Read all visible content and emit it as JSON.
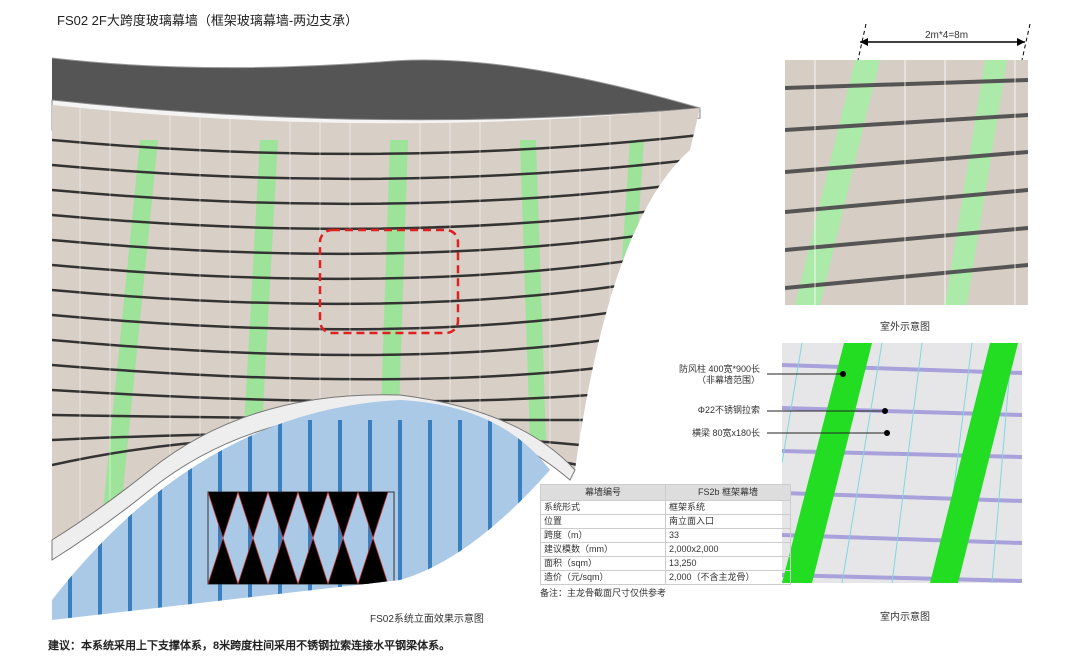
{
  "title": "FS02 2F大跨度玻璃幕墙（框架玻璃幕墙-两边支承）",
  "dimension": "2m*4=8m",
  "captions": {
    "main": "FS02系统立面效果示意图",
    "exterior": "室外示意图",
    "interior": "室内示意图"
  },
  "annotations": [
    {
      "line1": "防风柱 400宽*900长",
      "line2": "（非幕墙范围）"
    },
    {
      "line1": "Φ22不锈钢拉索"
    },
    {
      "line1": "横梁 80宽x180长"
    }
  ],
  "table": {
    "header": [
      "幕墙编号",
      "FS2b 框架幕墙"
    ],
    "rows": [
      [
        "系统形式",
        "框架系统"
      ],
      [
        "位置",
        "南立面入口"
      ],
      [
        "跨度（m）",
        "33"
      ],
      [
        "建议模数（mm）",
        "2,000x2,000"
      ],
      [
        "面积（sqm）",
        "13,250"
      ],
      [
        "造价（元/sqm）",
        "2,000（不含主龙骨）"
      ]
    ],
    "note": "备注：主龙骨截面尺寸仅供参考"
  },
  "recommendation": "建议：本系统采用上下支撑体系，8米跨度柱间采用不锈钢拉索连接水平钢梁体系。",
  "colors": {
    "green": "#8fe88f",
    "glass": "#d8cfc6",
    "blue": "#6fa6d6",
    "red": "#e02020",
    "column": "#22dd22"
  }
}
